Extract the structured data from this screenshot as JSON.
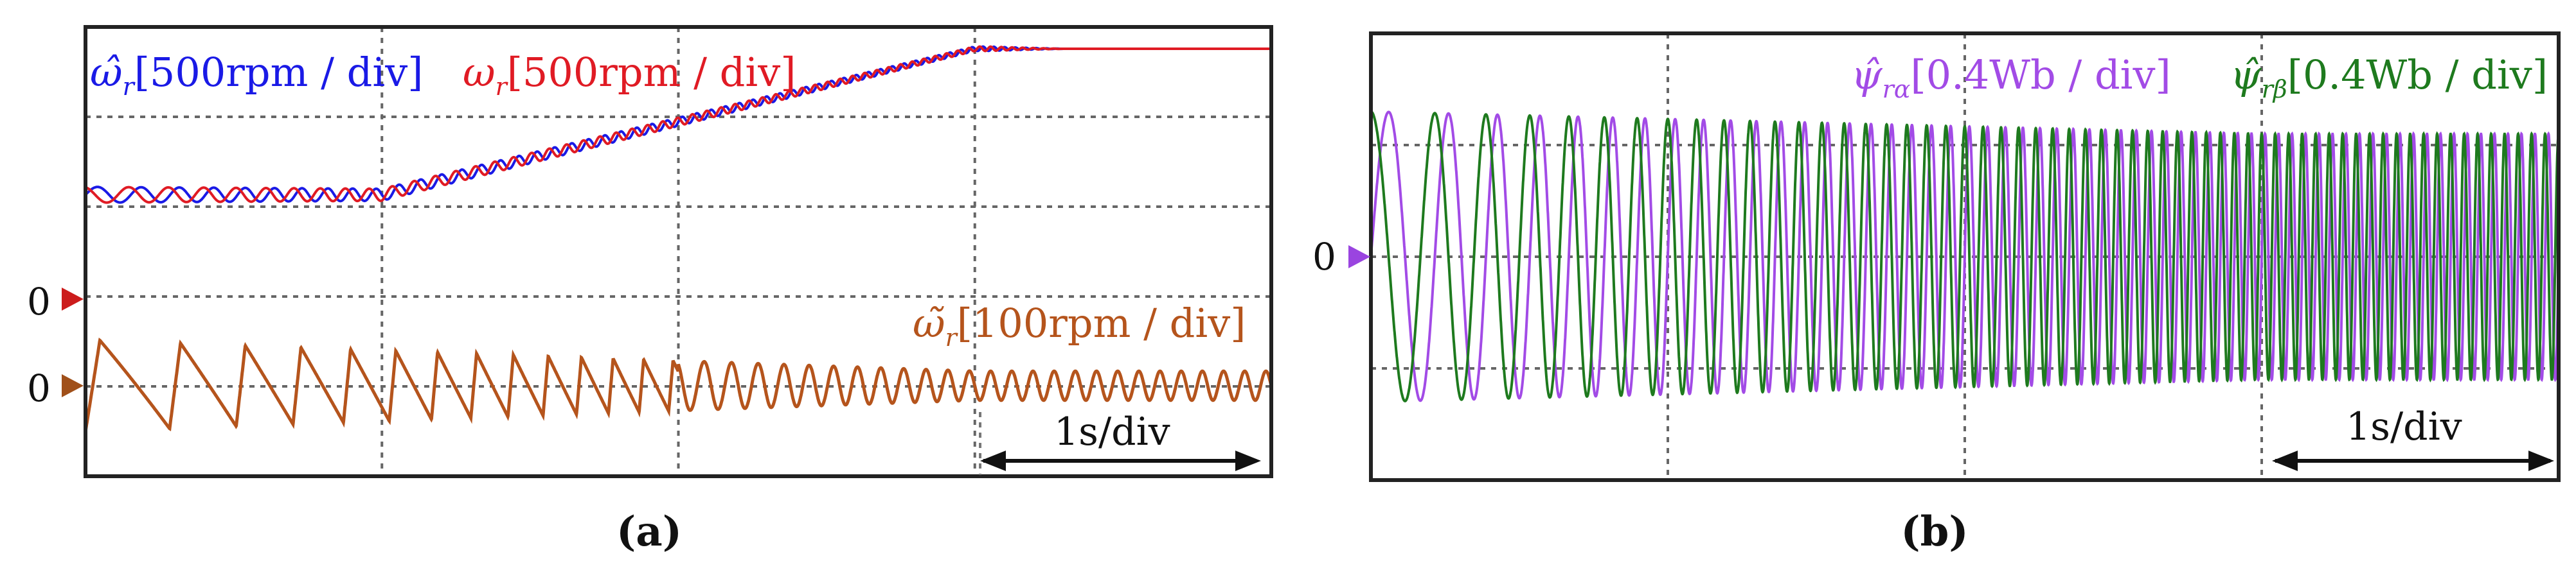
{
  "colors": {
    "omega_hat": "#1a1ae6",
    "omega": "#e01b24",
    "omega_tilde": "#b5541c",
    "psi_alpha": "#a24be6",
    "psi_beta": "#1e7a1e",
    "grid": "#666666",
    "frame": "#222222"
  },
  "chart_data": [
    {
      "panel": "a",
      "type": "line",
      "caption": "(a)",
      "grid": true,
      "scale_label": "1s/div",
      "zero_markers": [
        "0",
        "0"
      ],
      "series": [
        {
          "name": "ω̂r[500rpm / div]",
          "symbol": "ω̂",
          "sub": "r",
          "unit": "[500rpm / div]",
          "color": "#1a1ae6",
          "profile": [
            [
              0,
              1.25
            ],
            [
              1,
              1.25
            ],
            [
              3,
              3.0
            ],
            [
              3.08,
              3.0
            ],
            [
              4,
              3.0
            ]
          ],
          "ripple": "decaying"
        },
        {
          "name": "ωr[500rpm / div]",
          "symbol": "ω",
          "sub": "r",
          "unit": "[500rpm / div]",
          "color": "#e01b24",
          "profile": [
            [
              0,
              1.25
            ],
            [
              1,
              1.25
            ],
            [
              3,
              3.0
            ],
            [
              3.08,
              3.0
            ],
            [
              4,
              3.0
            ]
          ],
          "ripple": "decaying"
        },
        {
          "name": "ω̃r[100rpm / div]",
          "symbol": "ω̃",
          "sub": "r",
          "unit": "[100rpm / div]",
          "color": "#b5541c",
          "profile": [
            [
              0,
              0
            ],
            [
              4,
              0
            ]
          ],
          "oscillation": {
            "amplitude_start": 1.1,
            "amplitude_end": 0.35,
            "freq_start_hz": 3,
            "freq_end_hz": 14
          }
        }
      ]
    },
    {
      "panel": "b",
      "type": "line",
      "caption": "(b)",
      "grid": true,
      "scale_label": "1s/div",
      "zero_markers": [
        "0"
      ],
      "series": [
        {
          "name": "ψ̂rα[0.4Wb / div]",
          "symbol": "ψ̂",
          "sub": "rα",
          "unit": "[0.4Wb / div]",
          "color": "#a24be6",
          "oscillation": {
            "amplitude_start": 1.3,
            "amplitude_end": 1.1,
            "freq_start_hz": 4,
            "freq_end_hz": 22,
            "phase": "sin"
          }
        },
        {
          "name": "ψ̂rβ[0.4Wb / div]",
          "symbol": "ψ̂",
          "sub": "rβ",
          "unit": "[0.4Wb / div]",
          "color": "#1e7a1e",
          "oscillation": {
            "amplitude_start": 1.3,
            "amplitude_end": 1.1,
            "freq_start_hz": 4,
            "freq_end_hz": 22,
            "phase": "cos"
          }
        }
      ]
    }
  ]
}
